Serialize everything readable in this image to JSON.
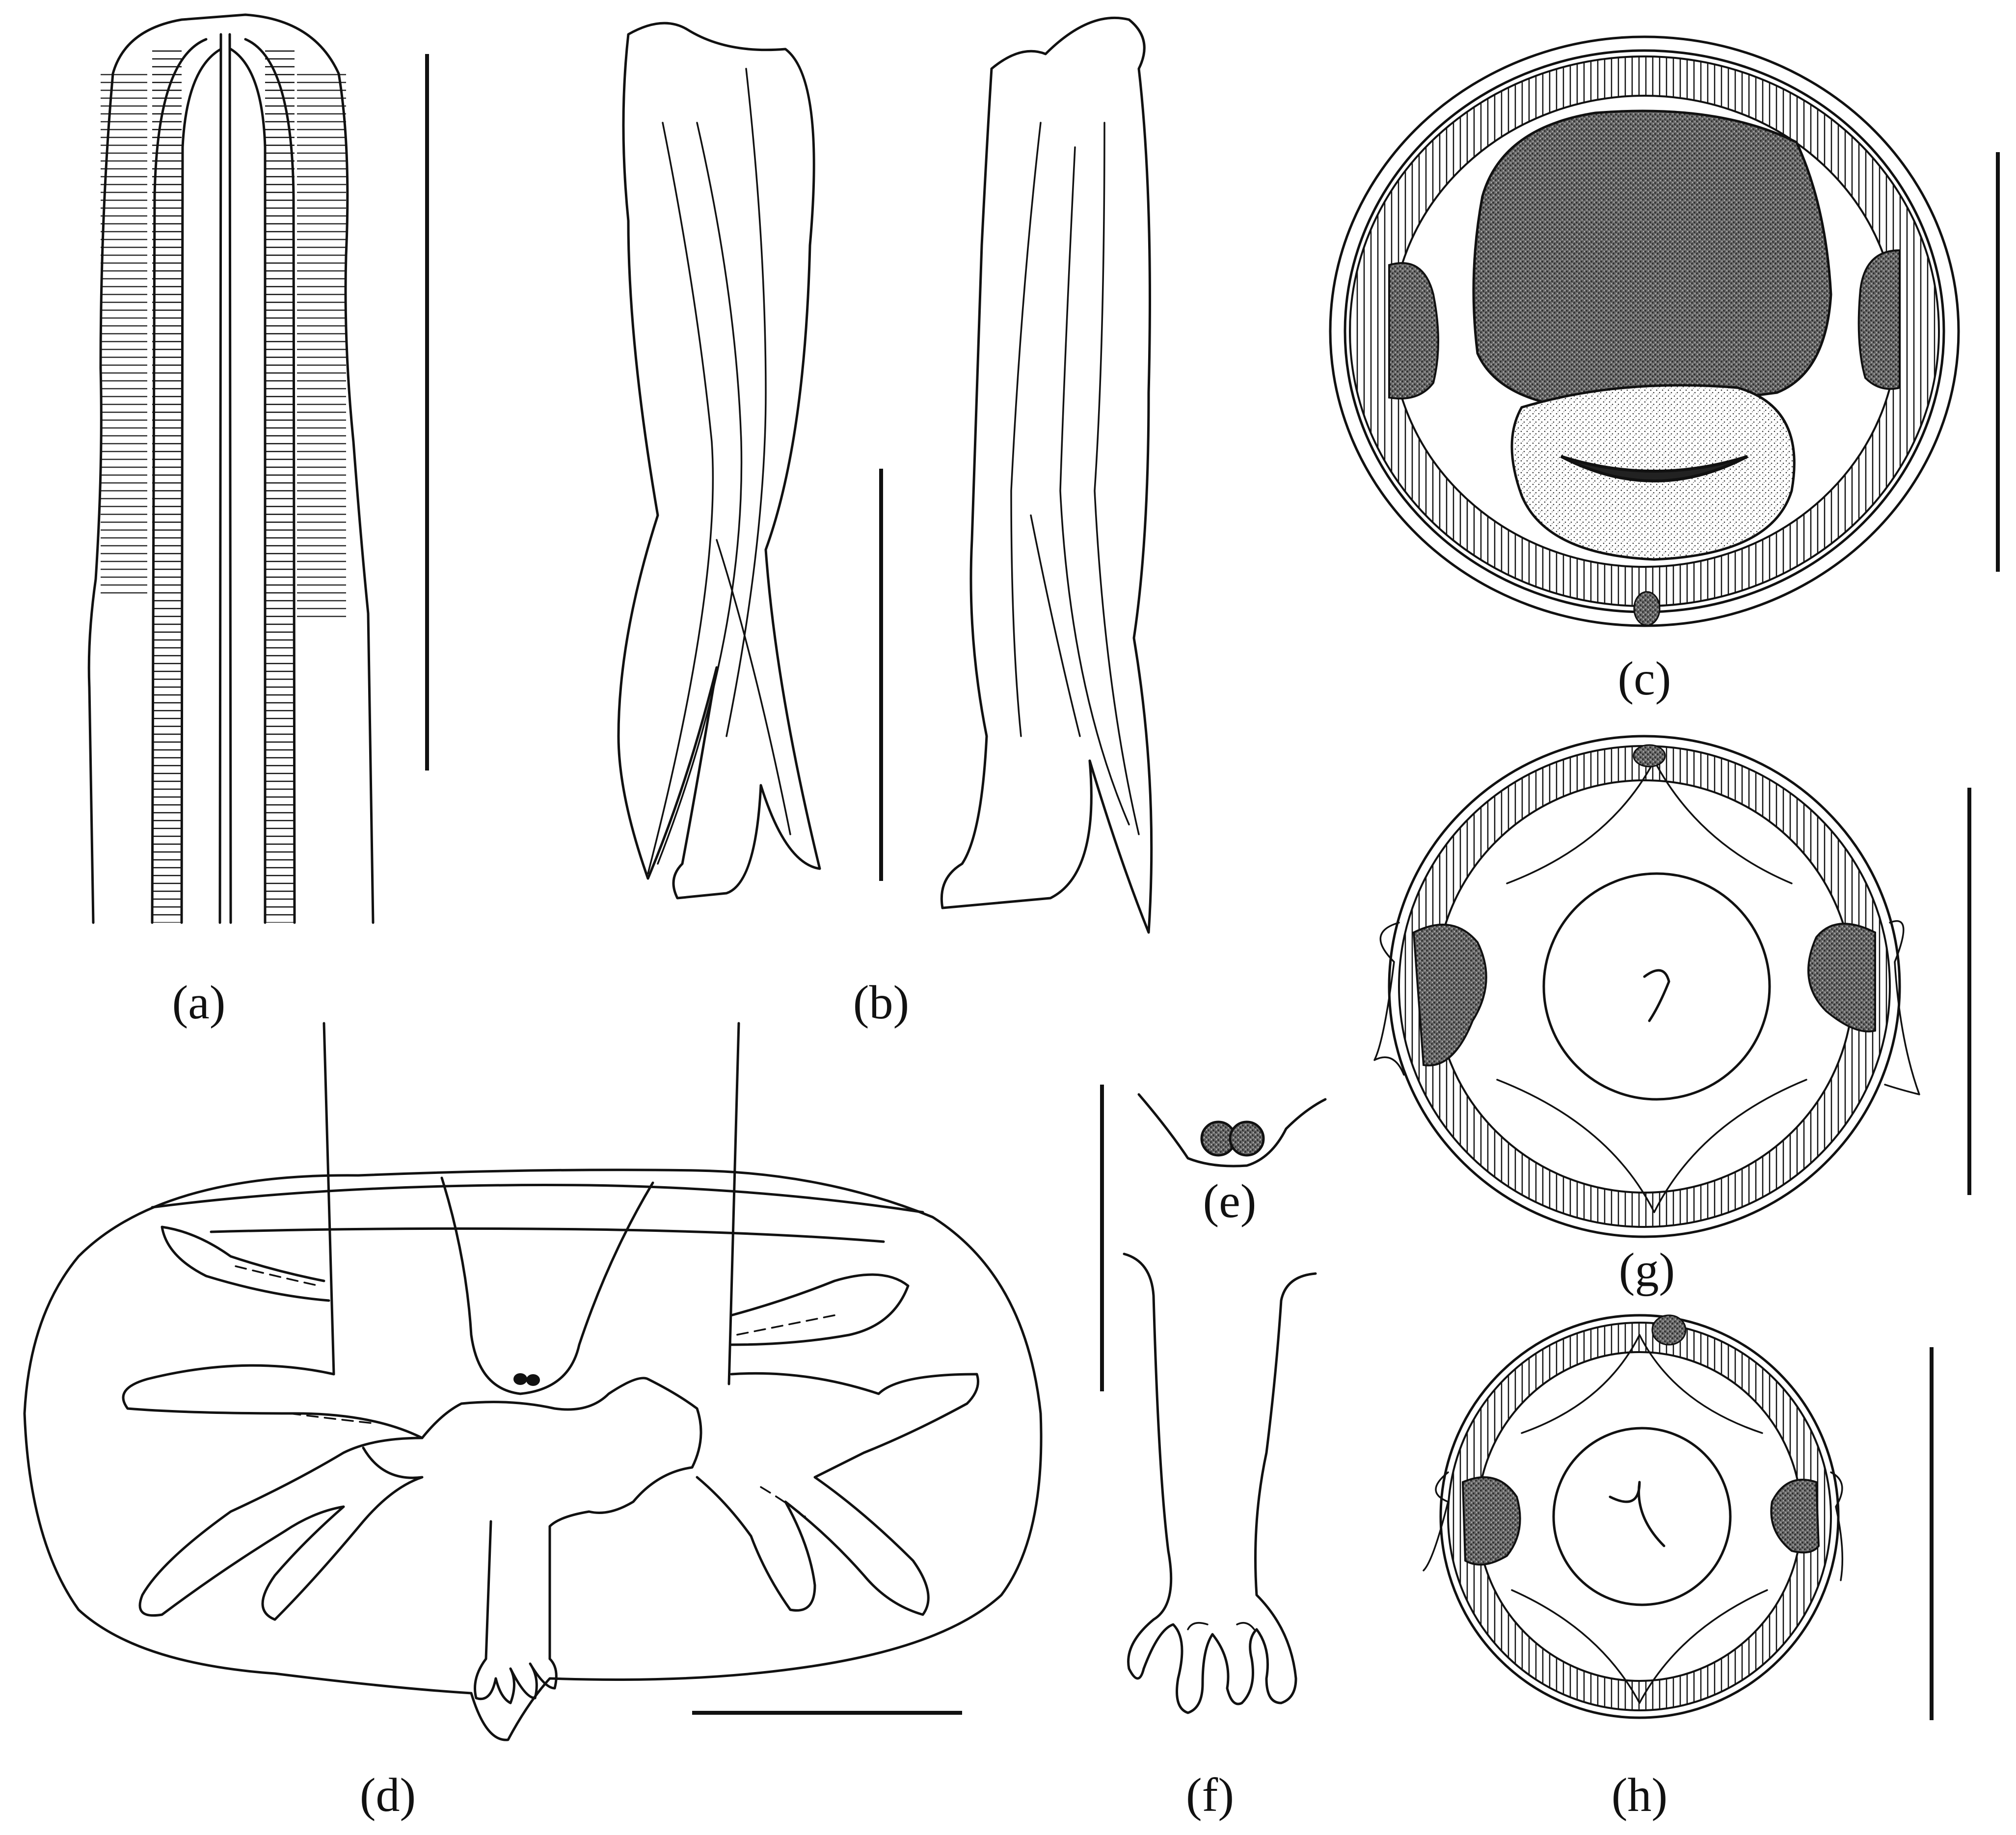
{
  "figure": {
    "panels": [
      {
        "id": "a",
        "label": "(a)"
      },
      {
        "id": "b",
        "label": "(b)"
      },
      {
        "id": "c",
        "label": "(c)"
      },
      {
        "id": "d",
        "label": "(d)"
      },
      {
        "id": "e",
        "label": "(e)"
      },
      {
        "id": "f",
        "label": "(f)"
      },
      {
        "id": "g",
        "label": "(g)"
      },
      {
        "id": "h",
        "label": "(h)"
      }
    ]
  },
  "colors": {
    "ink": "#111111",
    "background": "#ffffff",
    "stipple_fill": "#555555"
  }
}
